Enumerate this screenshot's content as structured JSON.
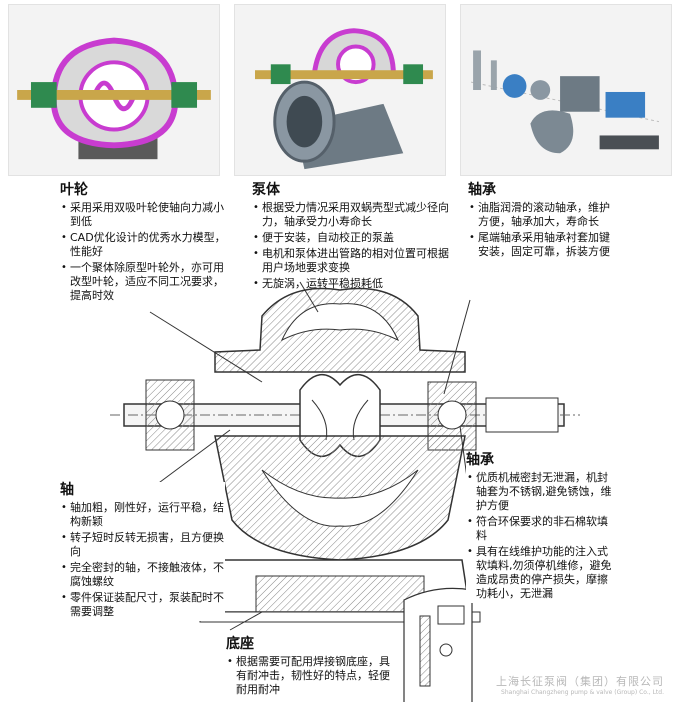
{
  "sections": {
    "impeller": {
      "title": "叶轮",
      "items": [
        "采用采用双吸叶轮使轴向力减小到低",
        "CAD优化设计的优秀水力模型，性能好",
        "一个聚体除原型叶轮外，亦可用改型叶轮，适应不同工况要求，提高时效"
      ]
    },
    "pump_body": {
      "title": "泵体",
      "items": [
        "根据受力情况采用双蜗壳型式减少径向力，轴承受力小寿命长",
        "便于安装，自动校正的泵盖",
        "电机和泵体进出管路的相对位置可根据用户场地要求变换",
        "无旋涡，运转平稳损耗低"
      ]
    },
    "bearing": {
      "title": "轴承",
      "items": [
        "油脂润滑的滚动轴承，维护方便，轴承加大，寿命长",
        "尾端轴承采用轴承衬套加键安装，固定可靠，拆装方便"
      ]
    },
    "shaft": {
      "title": "轴",
      "items": [
        "轴加粗，刚性好，运行平稳，结构新颖",
        "转子短时反转无损害，且方便换向",
        "完全密封的轴，不接触液体，不腐蚀螺纹",
        "零件保证装配尺寸，泵装配时不需要调整"
      ]
    },
    "seal": {
      "title": "轴承",
      "items": [
        "优质机械密封无泄漏，机封轴套为不锈钢,避免锈蚀，维护方便",
        "符合环保要求的非石棉软填料",
        "具有在线维护功能的注入式软填料,勿须停机维修，避免造成昂贵的停产损失，摩擦功耗小，无泄漏"
      ]
    },
    "base": {
      "title": "底座",
      "items": [
        "根据需要可配用焊接钢底座，具有耐冲击，韧性好的特点，轻便耐用耐冲"
      ]
    }
  },
  "photos": [
    {
      "name": "impeller-cutaway-render",
      "accent": "#c83cd0"
    },
    {
      "name": "pump-body-render",
      "accent": "#c83cd0"
    },
    {
      "name": "exploded-assembly-render",
      "accent": "#3a7fc4"
    }
  ],
  "footer": {
    "company_cn": "上海长征泵阀（集团）有限公司",
    "company_en": "Shanghai Changzheng pump & valve (Group) Co., Ltd."
  },
  "colors": {
    "accent": "#c83cd0",
    "line": "#333333",
    "hatch": "#888888",
    "watermark": "#b8b8b8"
  }
}
